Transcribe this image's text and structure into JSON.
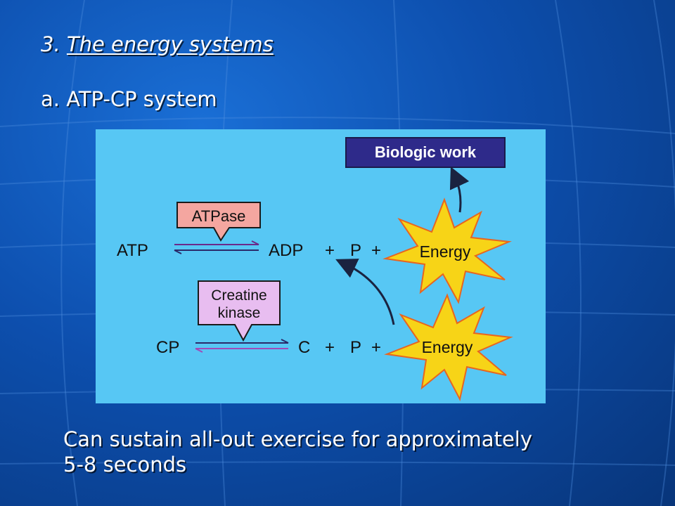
{
  "slide": {
    "title_number": "3.",
    "title_text": "The energy systems",
    "subheading": "a. ATP-CP system",
    "caption_line1": "Can sustain all-out exercise for approximately",
    "caption_line2": "5-8 seconds"
  },
  "diagram": {
    "biologic_work": "Biologic work",
    "atpase": "ATPase",
    "creatine_kinase_line1": "Creatine",
    "creatine_kinase_line2": "kinase",
    "reaction1": {
      "reactant": "ATP",
      "product": "ADP",
      "plus1": "+",
      "p": "P",
      "plus2": "+",
      "energy": "Energy"
    },
    "reaction2": {
      "reactant": "CP",
      "product": "C",
      "plus1": "+",
      "p": "P",
      "plus2": "+",
      "energy": "Energy"
    }
  },
  "colors": {
    "panel": "#57c7f4",
    "biologic_box": "#2e2a8a",
    "enzyme_box": "#f4a6a0",
    "creatine_box": "#e8bdf0",
    "energy_burst": "#f7d417",
    "energy_outline": "#e8651f"
  }
}
